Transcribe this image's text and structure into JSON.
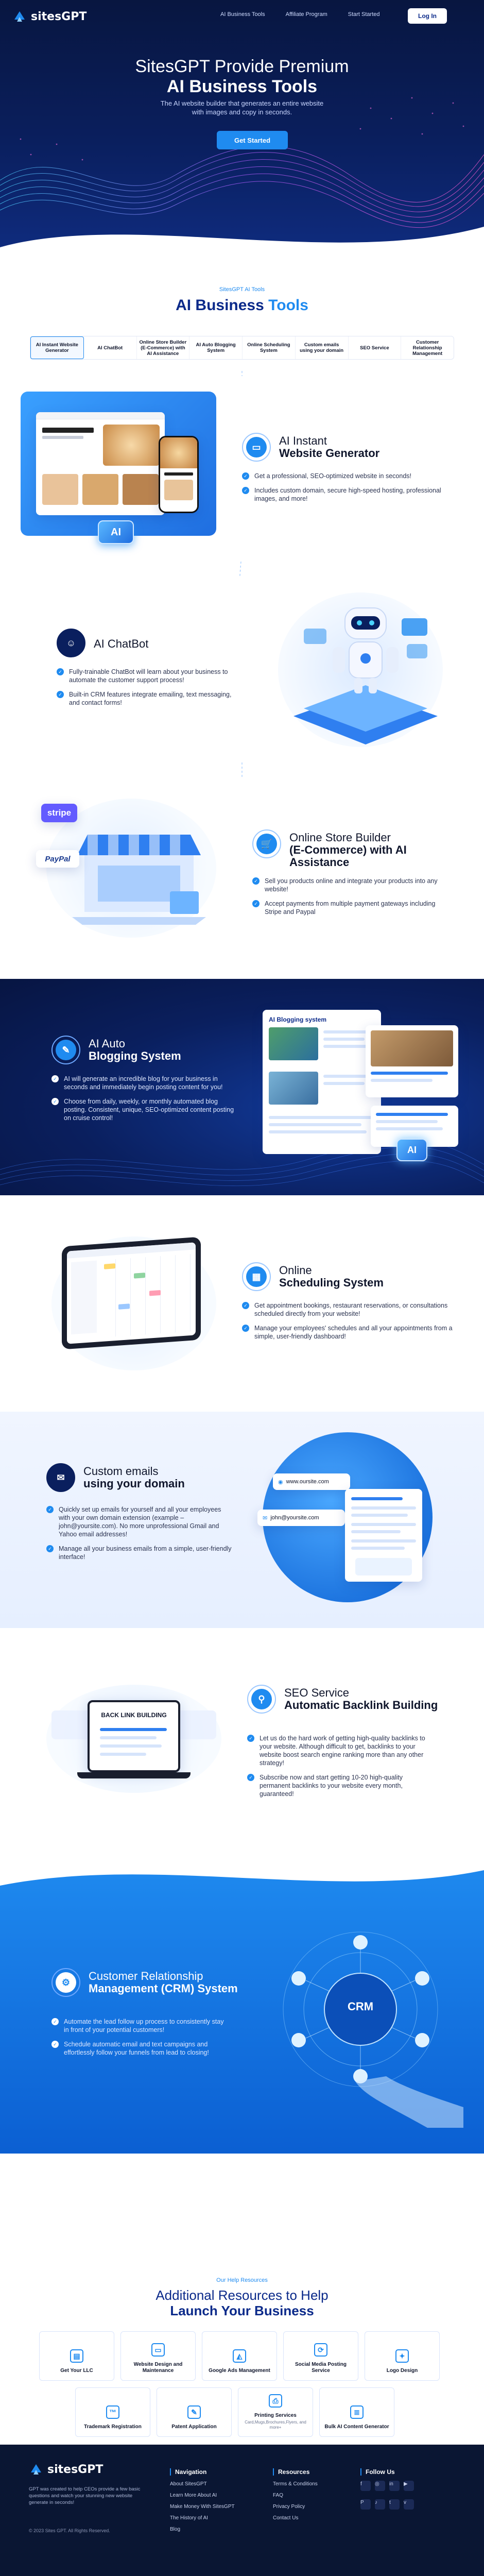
{
  "brand": {
    "name": "sitesGPT"
  },
  "nav": {
    "links": [
      "AI Business Tools",
      "Affiliate Program",
      "Start Started"
    ],
    "login": "Log In"
  },
  "hero": {
    "title_line1": "SitesGPT Provide Premium",
    "title_line2": "AI Business Tools",
    "subtitle": "The AI website builder that generates an entire website with images and copy in seconds.",
    "cta": "Get Started"
  },
  "tools": {
    "eyebrow": "SitesGPT AI Tools",
    "title_a": "AI Business",
    "title_b": "Tools",
    "tabs": [
      "AI Instant Website Generator",
      "AI ChatBot",
      "Online Store Builder (E-Commerce) with AI Assistance",
      "AI Auto Blogging System",
      "Online Scheduling System",
      "Custom emails using your domain",
      "SEO Service",
      "Customer Relationship Management"
    ]
  },
  "features": [
    {
      "id": "website-generator",
      "icon": "website-icon",
      "title_a": "AI Instant",
      "title_b": "Website Generator",
      "bullets": [
        "Get a professional, SEO-optimized website in seconds!",
        "Includes custom domain, secure high-speed hosting, professional images, and more!"
      ],
      "badge": "AI"
    },
    {
      "id": "chatbot",
      "icon": "chatbot-icon",
      "title_a": "AI ChatBot",
      "title_b": "",
      "bullets": [
        "Fully-trainable ChatBot will learn about your business to automate the customer support process!",
        "Built-in CRM features integrate emailing, text messaging, and contact forms!"
      ]
    },
    {
      "id": "store-builder",
      "icon": "cart-icon",
      "title_a": "Online Store Builder",
      "title_b": "(E-Commerce) with AI Assistance",
      "bullets": [
        "Sell you products online and integrate your products into any website!",
        "Accept payments from multiple payment gateways including Stripe and Paypal"
      ],
      "stripe": "stripe",
      "paypal": "PayPal"
    },
    {
      "id": "blogging",
      "icon": "blog-icon",
      "title_a": "AI Auto",
      "title_b": "Blogging System",
      "bullets": [
        "AI will generate an incredible blog for your business in seconds and immediately begin posting content for you!",
        "Choose from daily, weekly, or monthly automated blog posting. Consistent, unique, SEO-optimized content posting on cruise control!"
      ],
      "panel_title": "AI Blogging system",
      "badge": "AI"
    },
    {
      "id": "scheduling",
      "icon": "calendar-icon",
      "title_a": "Online",
      "title_b": "Scheduling System",
      "bullets": [
        "Get appointment bookings, restaurant reservations, or consultations scheduled directly from your website!",
        "Manage your employees' schedules and all your appointments from a simple, user-friendly dashboard!"
      ]
    },
    {
      "id": "custom-emails",
      "icon": "email-icon",
      "title_a": "Custom emails",
      "title_b": "using your domain",
      "bullets": [
        "Quickly set up emails for yourself and all your employees with your own domain extension (example – john@yoursite.com). No more unprofessional Gmail and Yahoo email addresses!",
        "Manage all your business emails from a simple, user-friendly interface!"
      ],
      "url": "www.oursite.com",
      "email": "john@yoursite.com"
    },
    {
      "id": "seo",
      "icon": "seo-icon",
      "title_a": "SEO Service",
      "title_b": "Automatic Backlink Building",
      "bullets": [
        "Let us do the hard work of getting high-quality backlinks to your website. Although difficult to get, backlinks to your website boost search engine ranking more than any other strategy!",
        "Subscribe now and start getting 10-20 high-quality permanent backlinks to your website every month, guaranteed!"
      ],
      "panel_title": "BACK LINK BUILDING"
    },
    {
      "id": "crm",
      "icon": "crm-icon",
      "title_a": "Customer Relationship",
      "title_b": "Management (CRM) System",
      "bullets": [
        "Automate the lead follow up process to consistently stay in front of your potential customers!",
        "Schedule automatic email and text campaigns and effortlessly follow your funnels from lead to closing!"
      ],
      "hub": "CRM"
    }
  ],
  "resources": {
    "eyebrow": "Our Help Resources",
    "title_a": "Additional Resources to Help",
    "title_b": "Launch Your Business",
    "items": [
      {
        "label": "Get Your LLC",
        "sub": "",
        "icon": "llc-icon"
      },
      {
        "label": "Website Design and Maintenance",
        "sub": "",
        "icon": "design-icon"
      },
      {
        "label": "Google Ads Management",
        "sub": "",
        "icon": "ads-icon"
      },
      {
        "label": "Social Media Posting Service",
        "sub": "",
        "icon": "social-icon"
      },
      {
        "label": "Logo Design",
        "sub": "",
        "icon": "logo-design-icon"
      },
      {
        "label": "Trademark Registration",
        "sub": "",
        "icon": "trademark-icon"
      },
      {
        "label": "Patent Application",
        "sub": "",
        "icon": "patent-icon"
      },
      {
        "label": "Printing Services",
        "sub": "Card,Mugs,Brochures,Flyers, and more+",
        "icon": "printing-icon"
      },
      {
        "label": "Bulk AI Content Generator",
        "sub": "",
        "icon": "content-icon"
      }
    ]
  },
  "footer": {
    "tagline": "GPT was created to help CEOs provide a few basic questions and watch your stunning new website generate in seconds!",
    "copyright": "© 2023 Sites GPT. All Rights Reserved.",
    "navigation": {
      "title": "Navigation",
      "links": [
        "About SitesGPT",
        "Learn More About AI",
        "Make Money With SitesGPT",
        "The History of AI",
        "Blog"
      ]
    },
    "resources": {
      "title": "Resources",
      "links": [
        "Terms & Conditions",
        "FAQ",
        "Privacy Policy",
        "Contact Us"
      ]
    },
    "follow": {
      "title": "Follow Us",
      "icons": [
        "facebook-icon",
        "instagram-icon",
        "linkedin-icon",
        "youtube-icon",
        "pinterest-icon",
        "tiktok-icon",
        "twitter-icon",
        "vimeo-icon"
      ]
    }
  },
  "colors": {
    "primary": "#1f8bf0",
    "navy": "#0b2a8a",
    "dark": "#0a1633"
  }
}
